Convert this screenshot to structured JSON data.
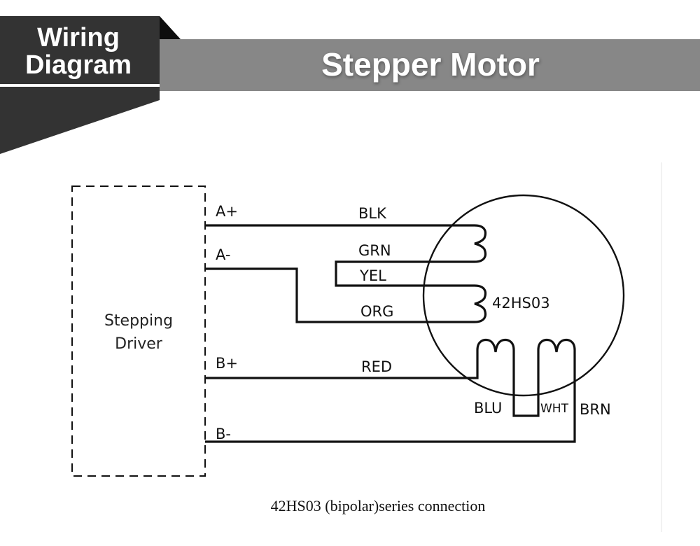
{
  "header": {
    "badge_line1": "Wiring",
    "badge_line2": "Diagram",
    "title": "Stepper Motor",
    "colors": {
      "badge_bg": "#333333",
      "badge_fold": "#0d0d0d",
      "title_bg": "#878787",
      "text": "#ffffff"
    }
  },
  "diagram": {
    "driver_label_line1": "Stepping",
    "driver_label_line2": "Driver",
    "terminals": [
      "A+",
      "A-",
      "B+",
      "B-"
    ],
    "motor_model": "42HS03",
    "wire_colors": {
      "blk": "BLK",
      "grn": "GRN",
      "yel": "YEL",
      "org": "ORG",
      "red": "RED",
      "blu": "BLU",
      "wht": "WHT",
      "brn": "BRN"
    },
    "connections": [
      {
        "terminal": "A+",
        "wire": "BLK"
      },
      {
        "terminal": "A-",
        "wire": "ORG"
      },
      {
        "terminal": "B+",
        "wire": "RED"
      },
      {
        "terminal": "B-",
        "wire": "BRN"
      },
      {
        "bridged": [
          "GRN",
          "YEL"
        ]
      },
      {
        "bridged": [
          "BLU",
          "WHT"
        ]
      }
    ],
    "caption": "42HS03 (bipolar)series connection"
  }
}
